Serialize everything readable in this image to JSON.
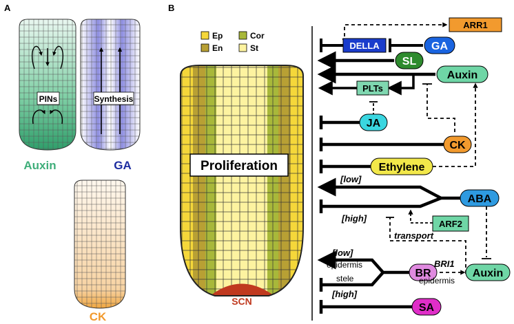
{
  "panel_a": {
    "label": "A",
    "pins": "PINs",
    "synthesis": "Synthesis",
    "auxin": "Auxin",
    "ga": "GA",
    "ck": "CK"
  },
  "panel_b": {
    "label": "B",
    "legend": {
      "ep": "Ep",
      "cor": "Cor",
      "en": "En",
      "st": "St"
    },
    "proliferation": "Proliferation",
    "scn": "SCN"
  },
  "network": {
    "arr1": "ARR1",
    "della": "DELLA",
    "ga": "GA",
    "sl": "SL",
    "auxin_top": "Auxin",
    "plts": "PLTs",
    "ja": "JA",
    "ck": "CK",
    "ethylene": "Ethylene",
    "low_top": "[low]",
    "aba": "ABA",
    "high_mid": "[high]",
    "arf2": "ARF2",
    "transport": "transport",
    "low_bottom": "[low]",
    "epidermis_left": "epidermis",
    "br": "BR",
    "bri1": "BRI1",
    "epidermis_right": "epidermis",
    "auxin_bottom": "Auxin",
    "stele": "stele",
    "high_bottom": "[high]",
    "sa": "SA"
  },
  "colors": {
    "auxin_green": "#3fae7a",
    "auxin_light": "#cdeede",
    "ga_blue": "#6a6ad6",
    "ga_light": "#c9c9f2",
    "ck_orange": "#f2b46b",
    "ck_light": "#f9dcb8",
    "ep_yellow": "#f5d73a",
    "cor_green": "#a8b83a",
    "en_olive": "#b8a034",
    "st_cream": "#fdf3a0",
    "scn_red": "#c0391f",
    "della_blue": "#1a3ccc",
    "arr1_orange": "#f29a2e",
    "ga_node": "#1a64e0",
    "sl_green": "#2e8b2e",
    "auxin_node": "#6fd6a6",
    "plts_box": "#7fd7b0",
    "ja_cyan": "#3ad6e0",
    "ck_node": "#f29a2e",
    "ethylene_yellow": "#f2e84a",
    "aba_blue": "#2e9ae0",
    "arf2_box": "#6fd6a6",
    "br_violet": "#e08ae0",
    "sa_magenta": "#e02ec8"
  }
}
